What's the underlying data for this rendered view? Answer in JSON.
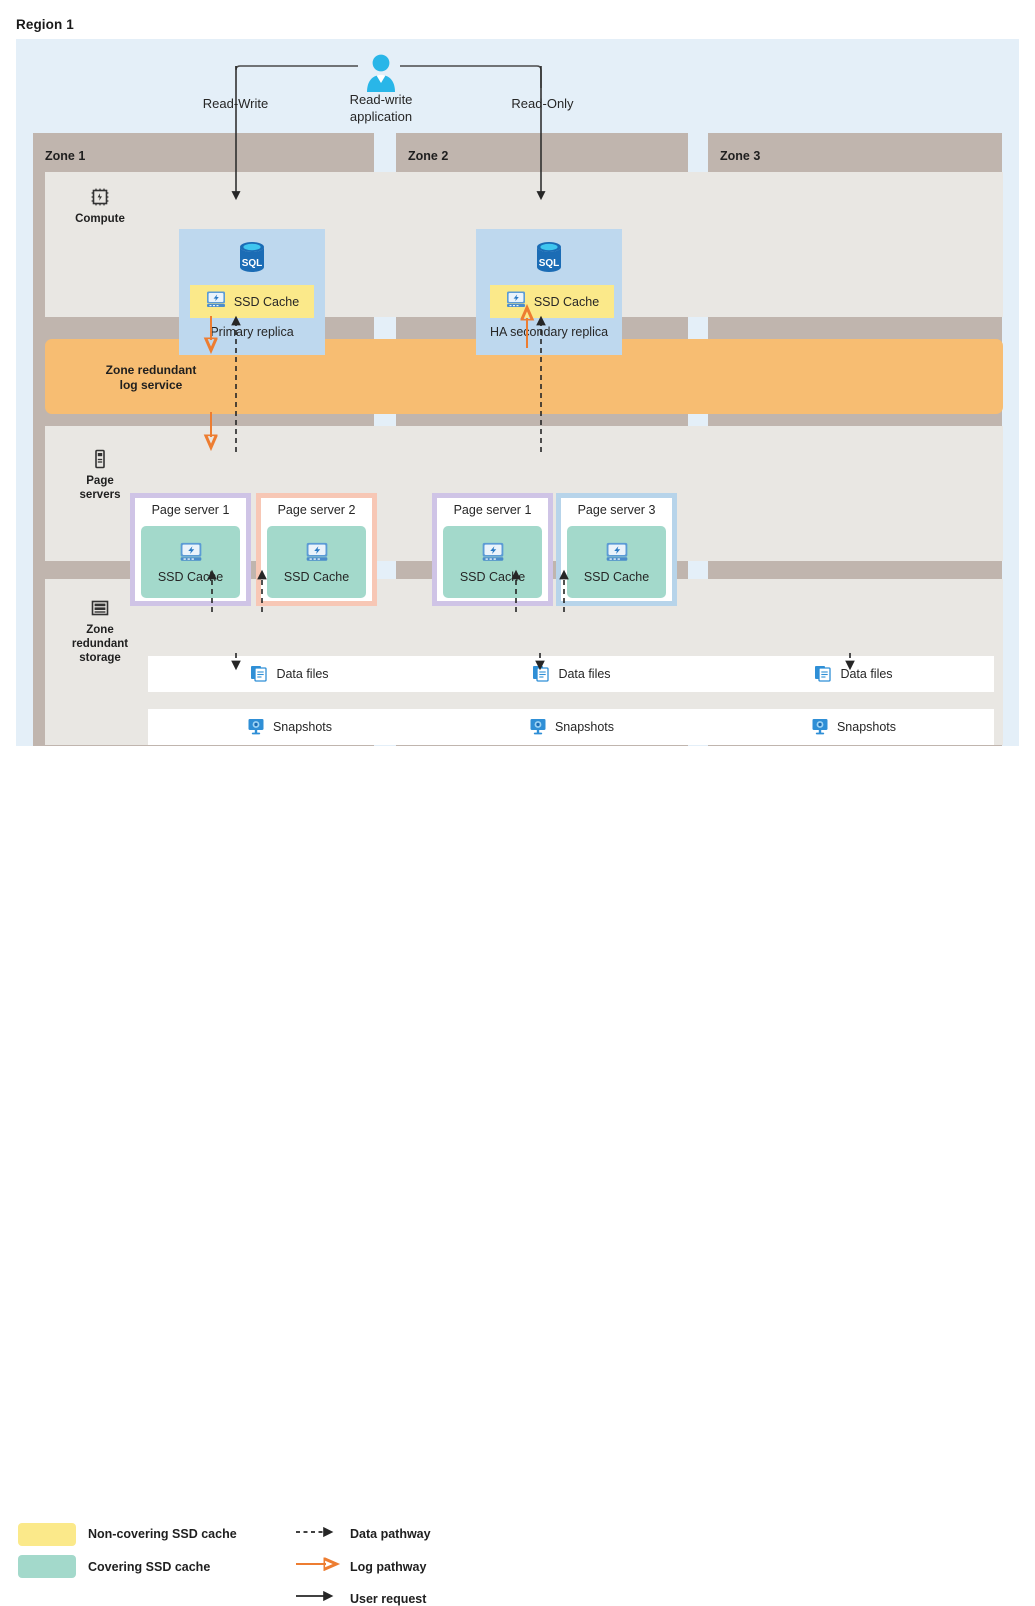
{
  "title": "Region 1",
  "application": {
    "label": "Read-write\napplication",
    "icon": "user-icon",
    "left_path_label": "Read-Write",
    "right_path_label": "Read-Only"
  },
  "zones": [
    {
      "id": "zone-1",
      "label": "Zone 1"
    },
    {
      "id": "zone-2",
      "label": "Zone 2"
    },
    {
      "id": "zone-3",
      "label": "Zone 3"
    }
  ],
  "rails": [
    {
      "id": "compute",
      "label": "Compute",
      "icon": "cpu-chip-icon"
    },
    {
      "id": "page-servers",
      "label": "Page\nservers",
      "icon": "server-device-icon"
    },
    {
      "id": "storage",
      "label": "Zone\nredundant\nstorage",
      "icon": "storage-stack-icon"
    }
  ],
  "compute": {
    "replicas": [
      {
        "id": "primary",
        "caption": "Primary replica",
        "db_icon": "sql-database-icon",
        "cache": {
          "label": "SSD Cache",
          "icon": "ssd-drive-icon",
          "type": "non-covering",
          "color": "#fbe98a"
        }
      },
      {
        "id": "ha-secondary",
        "caption": "HA secondary replica",
        "db_icon": "sql-database-icon",
        "cache": {
          "label": "SSD Cache",
          "icon": "ssd-drive-icon",
          "type": "non-covering",
          "color": "#fbe98a"
        }
      }
    ]
  },
  "log_service": {
    "label": "Zone redundant\nlog service",
    "color": "#f7bd72"
  },
  "page_servers": [
    {
      "id": "z1-ps1",
      "title": "Page server 1",
      "zone": "Zone 1",
      "accent": "purple",
      "cache": {
        "label": "SSD Cache",
        "icon": "ssd-drive-icon",
        "type": "covering",
        "color": "#a3d9cb"
      }
    },
    {
      "id": "z1-ps2",
      "title": "Page server 2",
      "zone": "Zone 1",
      "accent": "salmon",
      "cache": {
        "label": "SSD Cache",
        "icon": "ssd-drive-icon",
        "type": "covering",
        "color": "#a3d9cb"
      }
    },
    {
      "id": "z2-ps1",
      "title": "Page server 1",
      "zone": "Zone 2",
      "accent": "purple",
      "cache": {
        "label": "SSD Cache",
        "icon": "ssd-drive-icon",
        "type": "covering",
        "color": "#a3d9cb"
      }
    },
    {
      "id": "z2-ps3",
      "title": "Page server 3",
      "zone": "Zone 2",
      "accent": "blue",
      "cache": {
        "label": "SSD Cache",
        "icon": "ssd-drive-icon",
        "type": "covering",
        "color": "#a3d9cb"
      }
    }
  ],
  "storage": {
    "data_files": [
      {
        "label": "Data files",
        "icon": "data-files-icon"
      },
      {
        "label": "Data files",
        "icon": "data-files-icon"
      },
      {
        "label": "Data files",
        "icon": "data-files-icon"
      }
    ],
    "snapshots": [
      {
        "label": "Snapshots",
        "icon": "snapshot-icon"
      },
      {
        "label": "Snapshots",
        "icon": "snapshot-icon"
      },
      {
        "label": "Snapshots",
        "icon": "snapshot-icon"
      }
    ]
  },
  "legend": {
    "swatches": [
      {
        "id": "non-covering",
        "label": "Non-covering SSD cache",
        "color": "#fbe98a"
      },
      {
        "id": "covering",
        "label": "Covering SSD cache",
        "color": "#a3d9cb"
      }
    ],
    "arrows": [
      {
        "id": "data-pathway",
        "label": "Data pathway",
        "style": "dashed",
        "color": "#262626"
      },
      {
        "id": "log-pathway",
        "label": "Log pathway",
        "style": "solid",
        "color": "#ed7d31"
      },
      {
        "id": "user-request",
        "label": "User request",
        "style": "solid",
        "color": "#262626"
      }
    ]
  },
  "colors": {
    "region_bg": "#e4eff8",
    "zone_bg": "#c0b5ae",
    "band_bg": "#e9e7e3",
    "replica_bg": "#bed8ee",
    "log_bar": "#f7bd72",
    "log_arrow": "#ed7d31"
  }
}
